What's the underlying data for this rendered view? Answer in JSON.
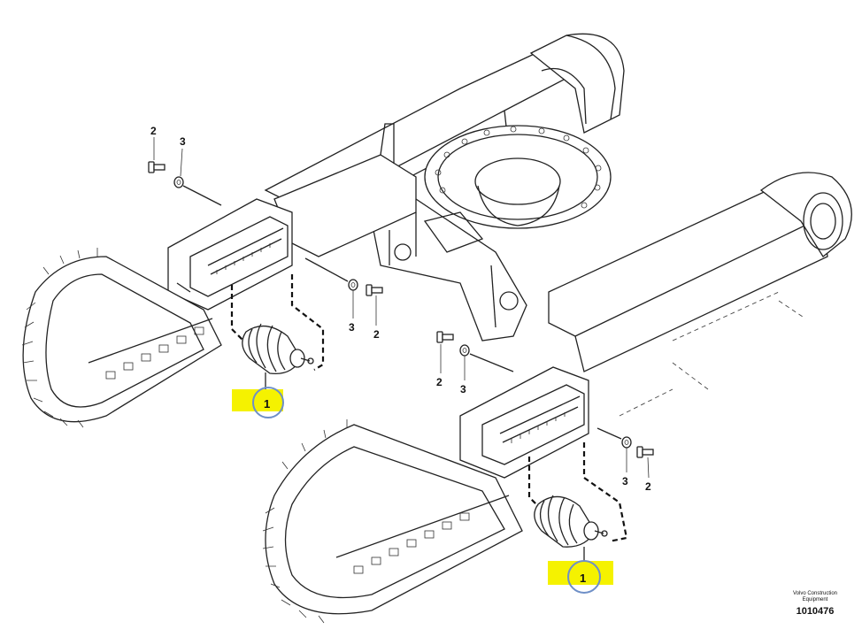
{
  "labels": {
    "bolt": "2",
    "washer": "3",
    "roller": "1"
  },
  "colors": {
    "highlight": "#f5f200",
    "callout_circle": "#6e8fc7",
    "line": "#222222"
  },
  "caption": {
    "brand_line1": "Volvo Construction",
    "brand_line2": "Equipment",
    "figure_number": "1010476"
  }
}
